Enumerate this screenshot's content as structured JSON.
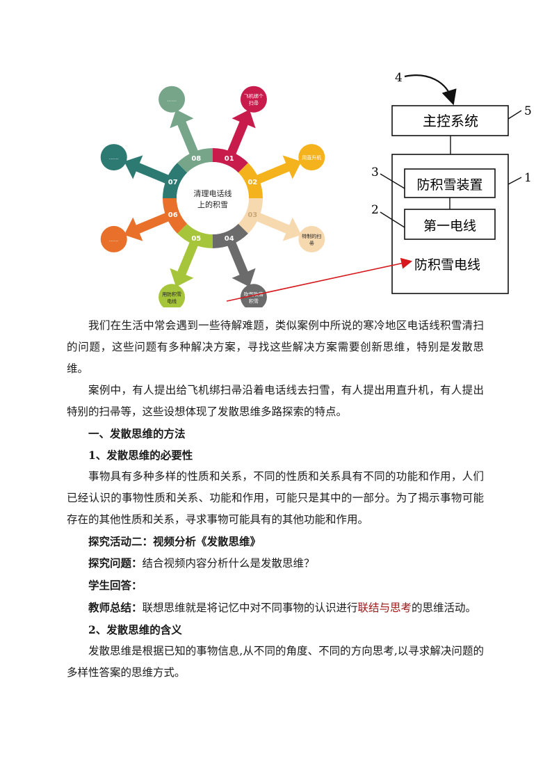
{
  "diagram_radial": {
    "center": [
      "清理电话线",
      "上的积雪"
    ],
    "segments": [
      {
        "num": "01",
        "label": [
          "飞机绑个",
          "扫帚"
        ],
        "color": "#c81d4c"
      },
      {
        "num": "02",
        "label": [
          "用直升机"
        ],
        "color": "#f4b31c"
      },
      {
        "num": "03",
        "label": [
          "特制的扫",
          "帚"
        ],
        "color": "#f7d9b0"
      },
      {
        "num": "04",
        "label": [
          "吹气吹落",
          "积雪"
        ],
        "color": "#6b6b6b"
      },
      {
        "num": "05",
        "label": [
          "用防积雪",
          "电线"
        ],
        "color": "#a7c53a"
      },
      {
        "num": "06",
        "label": [
          "……"
        ],
        "color": "#e8702a"
      },
      {
        "num": "07",
        "label": [
          "……"
        ],
        "color": "#2d7a72"
      },
      {
        "num": "08",
        "label": [
          "……"
        ],
        "color": "#76a58a"
      }
    ]
  },
  "diagram_boxes": {
    "main_control": "主控系统",
    "anti_snow_device": "防积雪装置",
    "first_wire": "第一电线",
    "anti_snow_wire": "防积雪电线",
    "label_1": "1",
    "label_2": "2",
    "label_3": "3",
    "label_4": "4",
    "label_5": "5"
  },
  "content": {
    "para1": "我们在生活中常会遇到一些待解难题，类似案例中所说的寒冷地区电话线积雪清扫的问题，这些问题有多种解决方案，寻找这些解决方案需要创新思维，特别是发散思维。",
    "para2": "案例中，有人提出给飞机绑扫帚沿着电话线去扫雪，有人提出用直升机，有人提出特别的扫帚等，这些设想体现了发散思维多路探索的特点。",
    "heading1": "一、发散思维的方法",
    "heading1_1": "1、发散思维的必要性",
    "para3": "事物具有多种多样的性质和关系，不同的性质和关系具有不同的功能和作用，人们已经认识的事物性质和关系、功能和作用，可能只是其中的一部分。为了揭示事物可能存在的其他性质和关系，寻求事物可能具有的其他功能和作用。",
    "activity_label": "探究活动二：视频分析《发散思维》",
    "question_label": "探究问题：",
    "question_text": "结合视频内容分析什么是发散思维？",
    "answer_label": "学生回答：",
    "summary_label": "教师总结：",
    "summary_text_a": "联想思维就是将记忆中对不同事物的认识进行",
    "summary_highlight": "联结与思考",
    "summary_text_b": "的思维活动。",
    "heading1_2": "2、发散思维的含义",
    "para4": "发散思维是根据已知的事物信息,从不同的角度、不同的方向思考,以寻求解决问题的多样性答案的思维方式。"
  }
}
